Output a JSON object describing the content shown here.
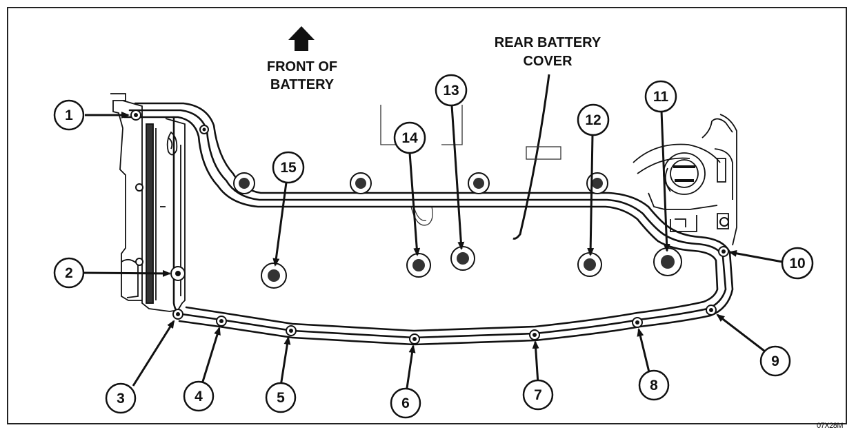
{
  "labels": {
    "front_line1": "FRONT OF",
    "front_line2": "BATTERY",
    "rear_line1": "REAR BATTERY",
    "rear_line2": "COVER",
    "figure_code": "07X28M"
  },
  "callouts": [
    "1",
    "2",
    "3",
    "4",
    "5",
    "6",
    "7",
    "8",
    "9",
    "10",
    "11",
    "12",
    "13",
    "14",
    "15"
  ],
  "icons": {
    "front_arrow": "up-arrow-icon",
    "fastener": "bolt-icon"
  },
  "colors": {
    "ink": "#111111",
    "background": "#ffffff"
  }
}
